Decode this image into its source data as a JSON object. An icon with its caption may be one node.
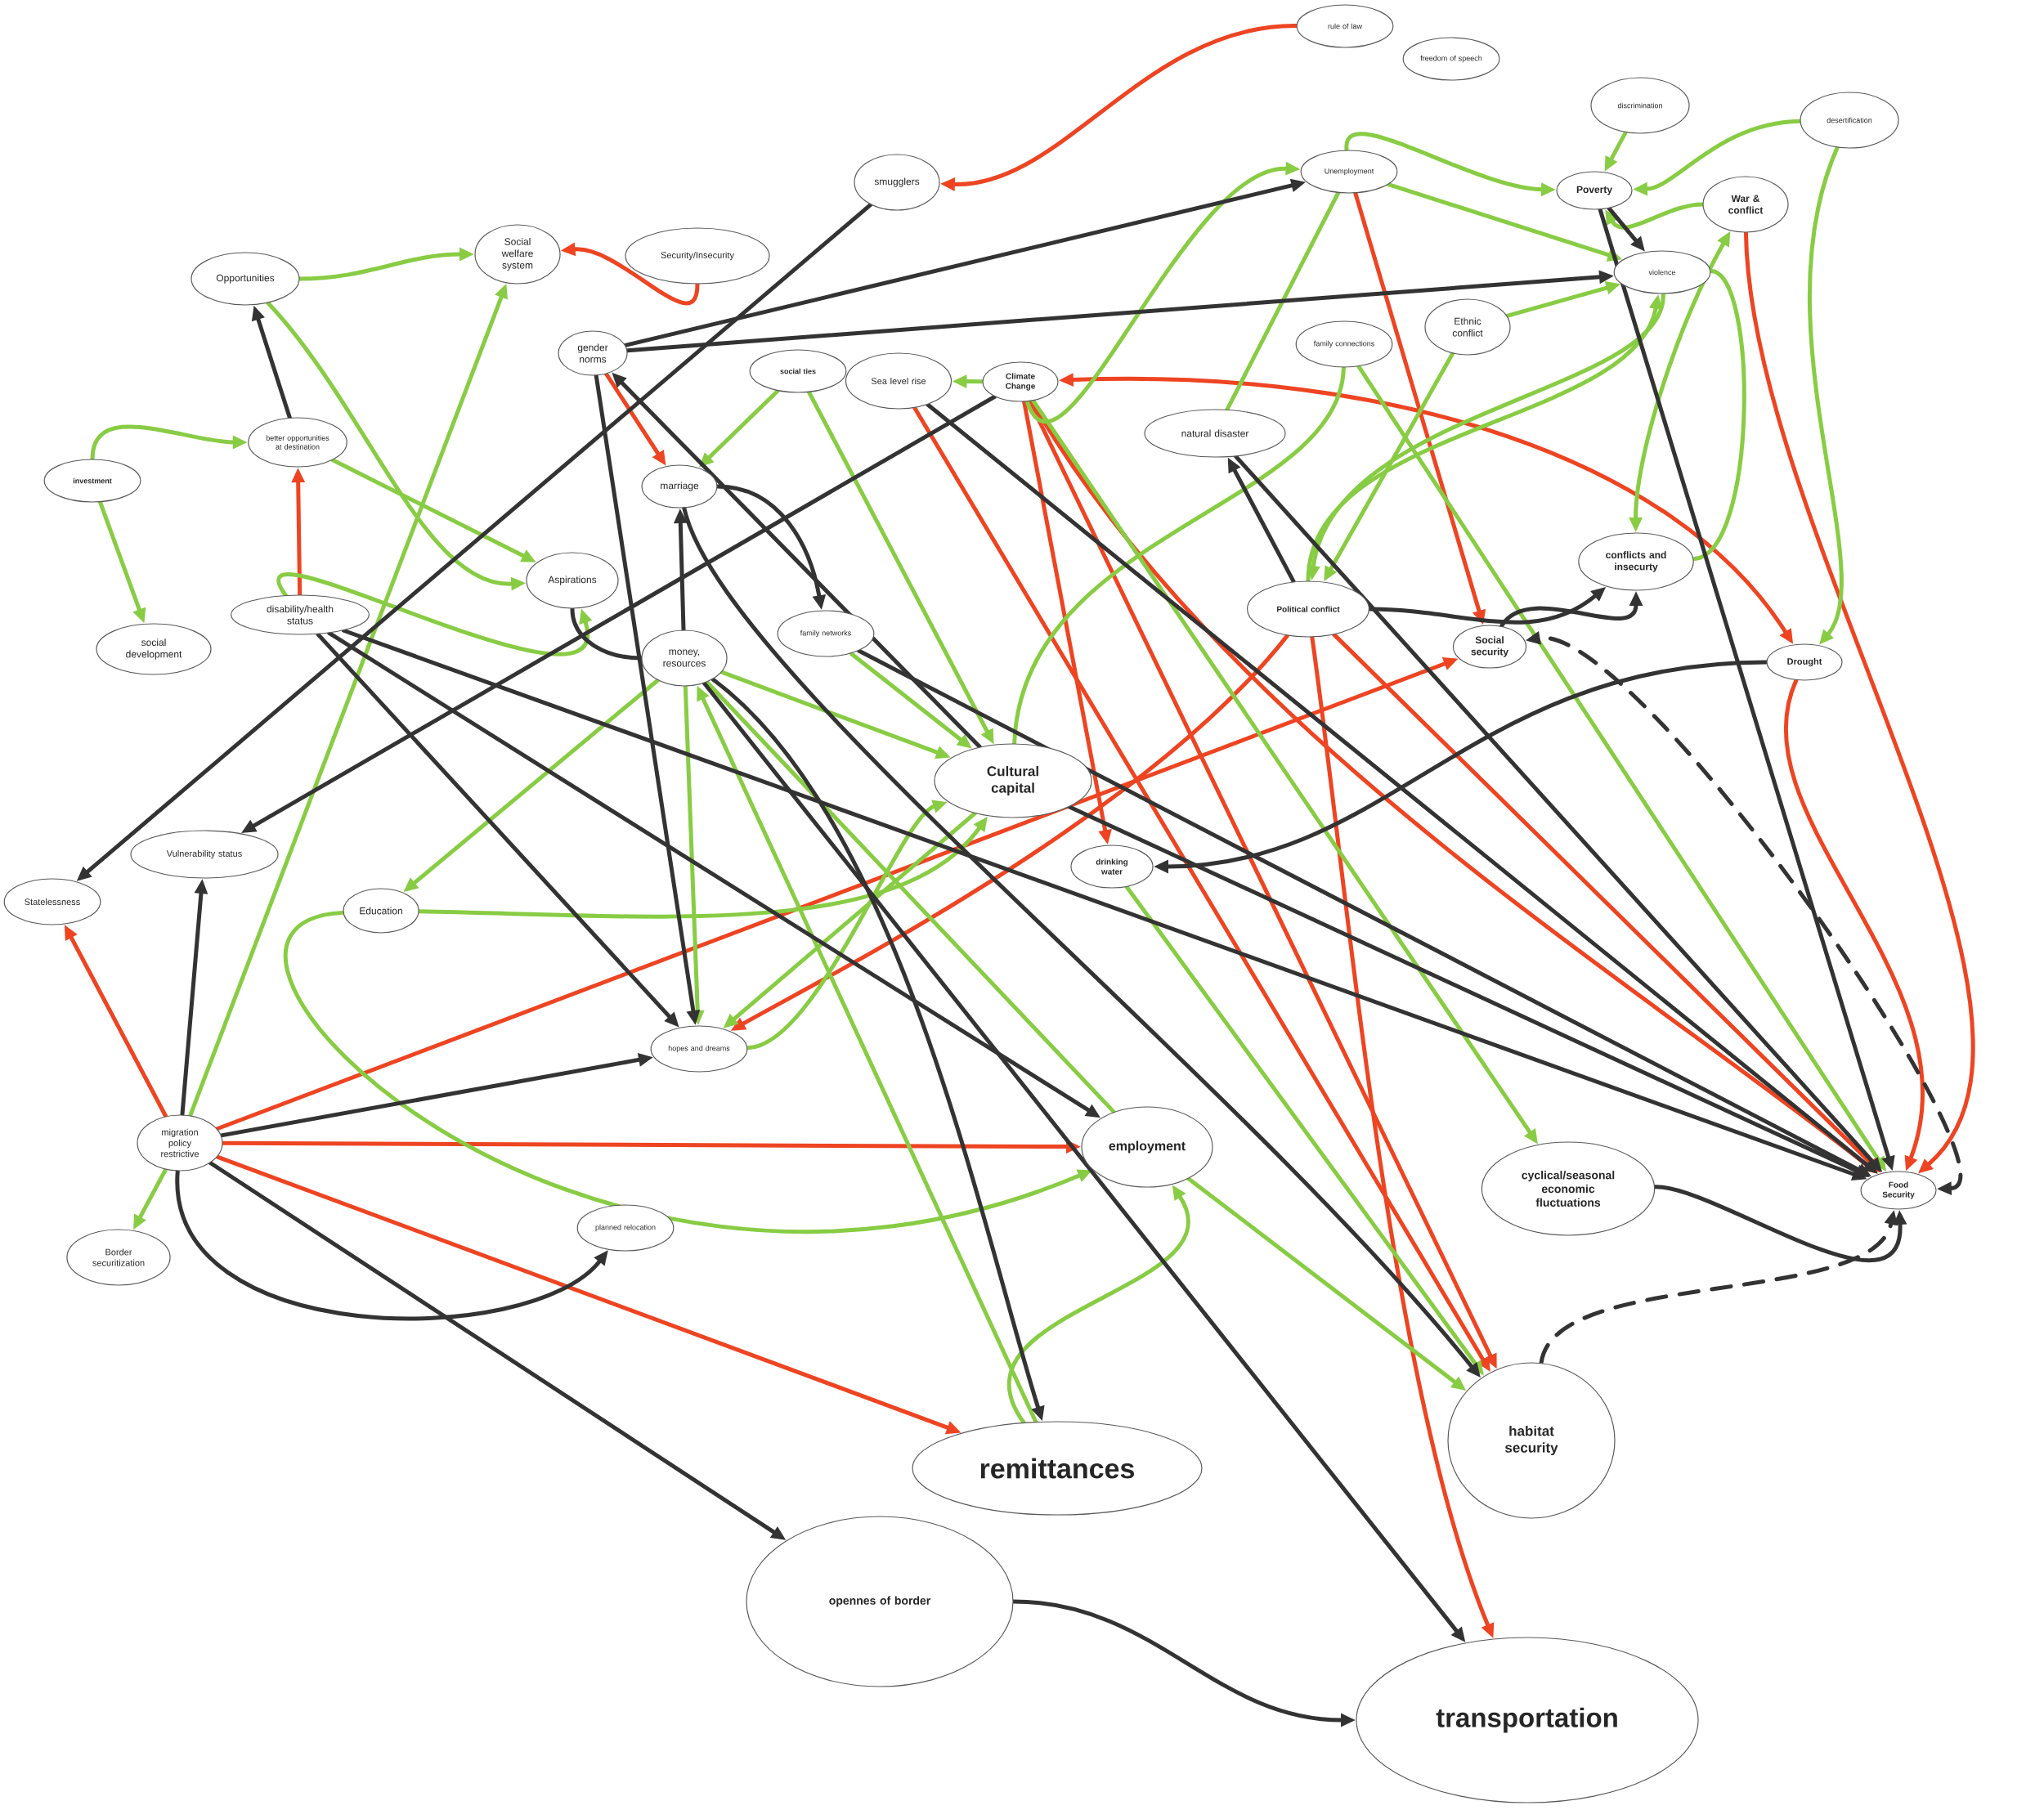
{
  "diagram": {
    "nodes": [
      {
        "text": [
          "rule of law"
        ]
      },
      {
        "text": [
          "freedom of speech"
        ]
      },
      {
        "text": [
          "smugglers"
        ]
      },
      {
        "text": [
          "discrimination"
        ]
      },
      {
        "text": [
          "desertification"
        ]
      },
      {
        "text": [
          "Unemployment"
        ]
      },
      {
        "text": [
          "Poverty"
        ]
      },
      {
        "text": [
          "War & conflict"
        ]
      },
      {
        "text": [
          "Opportunities"
        ]
      },
      {
        "text": [
          "Social welfare system"
        ]
      },
      {
        "text": [
          "Security/Insecurity"
        ]
      },
      {
        "text": [
          "violence"
        ]
      },
      {
        "text": [
          "gender norms"
        ]
      },
      {
        "text": [
          "Ethnic conflict"
        ]
      },
      {
        "text": [
          "family connections"
        ]
      },
      {
        "text": [
          "social ties"
        ]
      },
      {
        "text": [
          "Sea level rise"
        ]
      },
      {
        "text": [
          "Climate Change"
        ]
      },
      {
        "text": [
          "better opportunities at destination"
        ]
      },
      {
        "text": [
          "natural disaster"
        ]
      },
      {
        "text": [
          "investment"
        ]
      },
      {
        "text": [
          "marriage"
        ]
      },
      {
        "text": [
          "Aspirations"
        ]
      },
      {
        "text": [
          "conflicts and insecurty"
        ]
      },
      {
        "text": [
          "Political conflict"
        ]
      },
      {
        "text": [
          "disability/health status"
        ]
      },
      {
        "text": [
          "family networks"
        ]
      },
      {
        "text": [
          "social development"
        ]
      },
      {
        "text": [
          "money, resources"
        ]
      },
      {
        "text": [
          "Social security"
        ]
      },
      {
        "text": [
          "Drought"
        ]
      },
      {
        "text": [
          "Vulnerability status"
        ]
      },
      {
        "text": [
          "Cultural capital"
        ]
      },
      {
        "text": [
          "drinking water"
        ]
      },
      {
        "text": [
          "Statelessness"
        ]
      },
      {
        "text": [
          "Education"
        ]
      },
      {
        "text": [
          "hopes and dreams"
        ]
      },
      {
        "text": [
          "migration policy restrictive"
        ]
      },
      {
        "text": [
          "employment"
        ]
      },
      {
        "text": [
          "cyclical/seasonal economic fluctuations"
        ]
      },
      {
        "text": [
          "Food Security"
        ]
      },
      {
        "text": [
          "Border securitization"
        ]
      },
      {
        "text": [
          "planned relocation"
        ]
      },
      {
        "text": [
          "habitat security"
        ]
      },
      {
        "text": [
          "remittances"
        ]
      },
      {
        "text": [
          "opennes of border"
        ]
      },
      {
        "text": [
          "transportation"
        ]
      }
    ],
    "edges": [
      {
        "from": 0,
        "to": 2,
        "arrow": "to",
        "color": "#ee4422"
      },
      {
        "from": 10,
        "to": 9,
        "arrow": "to",
        "color": "#ee4422"
      },
      {
        "from": 25,
        "to": 18,
        "arrow": "to",
        "color": "#ee4422"
      },
      {
        "from": 12,
        "to": 21,
        "arrow": "to",
        "color": "#ee4422"
      },
      {
        "from": 37,
        "to": 34,
        "arrow": "to",
        "color": "#ee4422"
      },
      {
        "from": 37,
        "to": 29,
        "arrow": "to",
        "color": "#ee4422"
      },
      {
        "from": 24,
        "to": 36,
        "arrow": "to",
        "color": "#ee4422"
      },
      {
        "from": 37,
        "to": 38,
        "arrow": "to",
        "color": "#ee4422"
      },
      {
        "from": 37,
        "to": 44,
        "arrow": "to",
        "color": "#ee4422"
      },
      {
        "from": 17,
        "to": 33,
        "arrow": "to",
        "color": "#ee4422"
      },
      {
        "from": 17,
        "to": 30,
        "arrow": "both",
        "color": "#ee4422"
      },
      {
        "from": 5,
        "to": 29,
        "arrow": "to",
        "color": "#ee4422"
      },
      {
        "from": 7,
        "to": 40,
        "arrow": "to",
        "color": "#ee4422"
      },
      {
        "from": 30,
        "to": 40,
        "arrow": "to",
        "color": "#ee4422"
      },
      {
        "from": 17,
        "to": 40,
        "arrow": "to",
        "color": "#ee4422"
      },
      {
        "from": 24,
        "to": 40,
        "arrow": "to",
        "color": "#ee4422"
      },
      {
        "from": 24,
        "to": 46,
        "arrow": "to",
        "color": "#ee4422"
      },
      {
        "from": 16,
        "to": 43,
        "arrow": "to",
        "color": "#ee4422"
      },
      {
        "from": 17,
        "to": 43,
        "arrow": "to",
        "color": "#ee4422"
      },
      {
        "from": 20,
        "to": 18,
        "arrow": "to",
        "color": "#88cc44"
      },
      {
        "from": 20,
        "to": 27,
        "arrow": "to",
        "color": "#88cc44"
      },
      {
        "from": 8,
        "to": 9,
        "arrow": "to",
        "color": "#88cc44"
      },
      {
        "from": 8,
        "to": 22,
        "arrow": "to",
        "color": "#88cc44"
      },
      {
        "from": 18,
        "to": 22,
        "arrow": "to",
        "color": "#88cc44"
      },
      {
        "from": 25,
        "to": 22,
        "arrow": "to",
        "color": "#88cc44"
      },
      {
        "from": 37,
        "to": 9,
        "arrow": "to",
        "color": "#88cc44"
      },
      {
        "from": 37,
        "to": 41,
        "arrow": "to",
        "color": "#88cc44"
      },
      {
        "from": 15,
        "to": 21,
        "arrow": "to",
        "color": "#88cc44"
      },
      {
        "from": 15,
        "to": 32,
        "arrow": "to",
        "color": "#88cc44"
      },
      {
        "from": 26,
        "to": 32,
        "arrow": "to",
        "color": "#88cc44"
      },
      {
        "from": 28,
        "to": 32,
        "arrow": "to",
        "color": "#88cc44"
      },
      {
        "from": 28,
        "to": 35,
        "arrow": "to",
        "color": "#88cc44"
      },
      {
        "from": 28,
        "to": 36,
        "arrow": "to",
        "color": "#88cc44"
      },
      {
        "from": 36,
        "to": 32,
        "arrow": "to",
        "color": "#88cc44"
      },
      {
        "from": 32,
        "to": 36,
        "arrow": "to",
        "color": "#88cc44"
      },
      {
        "from": 35,
        "to": 32,
        "arrow": "to",
        "color": "#88cc44"
      },
      {
        "from": 44,
        "to": 28,
        "arrow": "to",
        "color": "#88cc44"
      },
      {
        "from": 28,
        "to": 38,
        "arrow": "none",
        "color": "#88cc44"
      },
      {
        "from": 35,
        "to": 38,
        "arrow": "to",
        "color": "#88cc44"
      },
      {
        "from": 44,
        "to": 38,
        "arrow": "to",
        "color": "#88cc44"
      },
      {
        "from": 38,
        "to": 43,
        "arrow": "to",
        "color": "#88cc44"
      },
      {
        "from": 33,
        "to": 43,
        "arrow": "to",
        "color": "#88cc44"
      },
      {
        "from": 17,
        "to": 39,
        "arrow": "to",
        "color": "#88cc44"
      },
      {
        "from": 14,
        "to": 40,
        "arrow": "to",
        "color": "#88cc44"
      },
      {
        "from": 14,
        "to": 32,
        "arrow": "none",
        "color": "#88cc44"
      },
      {
        "from": 17,
        "to": 16,
        "arrow": "to",
        "color": "#88cc44"
      },
      {
        "from": 17,
        "to": 5,
        "arrow": "to",
        "color": "#88cc44"
      },
      {
        "from": 19,
        "to": 5,
        "arrow": "none",
        "color": "#88cc44"
      },
      {
        "from": 5,
        "to": 6,
        "arrow": "to",
        "color": "#88cc44"
      },
      {
        "from": 5,
        "to": 11,
        "arrow": "to",
        "color": "#88cc44"
      },
      {
        "from": 3,
        "to": 6,
        "arrow": "to",
        "color": "#88cc44"
      },
      {
        "from": 4,
        "to": 6,
        "arrow": "to",
        "color": "#88cc44"
      },
      {
        "from": 4,
        "to": 30,
        "arrow": "to",
        "color": "#88cc44"
      },
      {
        "from": 7,
        "to": 6,
        "arrow": "to",
        "color": "#88cc44"
      },
      {
        "from": 13,
        "to": 11,
        "arrow": "to",
        "color": "#88cc44"
      },
      {
        "from": 13,
        "to": 24,
        "arrow": "to",
        "color": "#88cc44"
      },
      {
        "from": 11,
        "to": 24,
        "arrow": "to",
        "color": "#88cc44"
      },
      {
        "from": 24,
        "to": 11,
        "arrow": "to",
        "color": "#88cc44"
      },
      {
        "from": 23,
        "to": 11,
        "arrow": "none",
        "color": "#88cc44"
      },
      {
        "from": 7,
        "to": 23,
        "arrow": "both",
        "color": "#88cc44"
      },
      {
        "from": 2,
        "to": 34,
        "arrow": "to",
        "color": "#333333"
      },
      {
        "from": 17,
        "to": 31,
        "arrow": "to",
        "color": "#333333"
      },
      {
        "from": 18,
        "to": 8,
        "arrow": "to",
        "color": "#333333"
      },
      {
        "from": 12,
        "to": 5,
        "arrow": "to",
        "color": "#333333"
      },
      {
        "from": 12,
        "to": 11,
        "arrow": "to",
        "color": "#333333"
      },
      {
        "from": 12,
        "to": 36,
        "arrow": "to",
        "color": "#333333"
      },
      {
        "from": 32,
        "to": 12,
        "arrow": "to",
        "color": "#333333"
      },
      {
        "from": 28,
        "to": 21,
        "arrow": "to",
        "color": "#333333"
      },
      {
        "from": 21,
        "to": 26,
        "arrow": "to",
        "color": "#333333"
      },
      {
        "from": 21,
        "to": 43,
        "arrow": "to",
        "color": "#333333"
      },
      {
        "from": 28,
        "to": 22,
        "arrow": "none",
        "color": "#333333"
      },
      {
        "from": 28,
        "to": 44,
        "arrow": "to",
        "color": "#333333"
      },
      {
        "from": 28,
        "to": 46,
        "arrow": "to",
        "color": "#333333"
      },
      {
        "from": 25,
        "to": 36,
        "arrow": "to",
        "color": "#333333"
      },
      {
        "from": 25,
        "to": 38,
        "arrow": "to",
        "color": "#333333"
      },
      {
        "from": 25,
        "to": 40,
        "arrow": "to",
        "color": "#333333"
      },
      {
        "from": 26,
        "to": 40,
        "arrow": "to",
        "color": "#333333"
      },
      {
        "from": 32,
        "to": 40,
        "arrow": "to",
        "color": "#333333"
      },
      {
        "from": 16,
        "to": 40,
        "arrow": "to",
        "color": "#333333"
      },
      {
        "from": 19,
        "to": 40,
        "arrow": "to",
        "color": "#333333"
      },
      {
        "from": 24,
        "to": 19,
        "arrow": "to",
        "color": "#333333"
      },
      {
        "from": 24,
        "to": 23,
        "arrow": "to",
        "color": "#333333"
      },
      {
        "from": 29,
        "to": 23,
        "arrow": "to",
        "color": "#333333"
      },
      {
        "from": 6,
        "to": 11,
        "arrow": "to",
        "color": "#333333"
      },
      {
        "from": 6,
        "to": 40,
        "arrow": "to",
        "color": "#333333"
      },
      {
        "from": 30,
        "to": 33,
        "arrow": "to",
        "color": "#333333"
      },
      {
        "from": 40,
        "to": 29,
        "arrow": "both",
        "style": "dashed",
        "color": "#333333"
      },
      {
        "from": 43,
        "to": 40,
        "arrow": "to",
        "style": "dashed",
        "color": "#333333"
      },
      {
        "from": 39,
        "to": 40,
        "arrow": "to",
        "color": "#333333"
      },
      {
        "from": 37,
        "to": 36,
        "arrow": "to",
        "color": "#333333"
      },
      {
        "from": 37,
        "to": 31,
        "arrow": "to",
        "color": "#333333"
      },
      {
        "from": 37,
        "to": 42,
        "arrow": "to",
        "color": "#333333"
      },
      {
        "from": 37,
        "to": 45,
        "arrow": "to",
        "color": "#333333"
      },
      {
        "from": 45,
        "to": 46,
        "arrow": "to",
        "color": "#333333"
      }
    ]
  }
}
